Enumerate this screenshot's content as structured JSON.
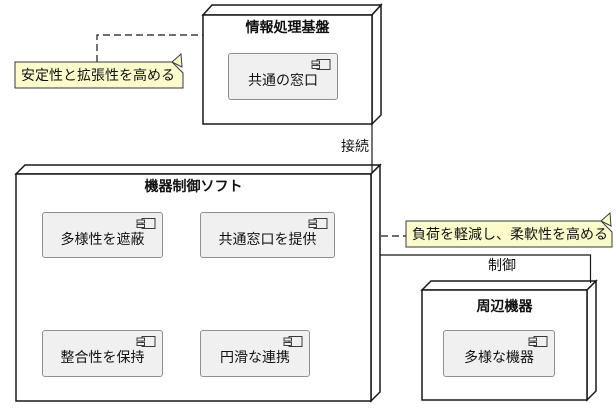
{
  "diagram": {
    "nodes": [
      {
        "title": "情報処理基盤",
        "components": [
          {
            "label": "共通の窓口"
          }
        ]
      },
      {
        "title": "機器制御ソフト",
        "components": [
          {
            "label": "多様性を遮蔽"
          },
          {
            "label": "共通窓口を提供"
          },
          {
            "label": "整合性を保持"
          },
          {
            "label": "円滑な連携"
          }
        ]
      },
      {
        "title": "周辺機器",
        "components": [
          {
            "label": "多様な機器"
          }
        ]
      }
    ],
    "edges": [
      {
        "label": "接続"
      },
      {
        "label": "制御"
      }
    ],
    "notes": [
      {
        "text": "安定性と拡張性を高める"
      },
      {
        "text": "負荷を軽減し、柔軟性を高める"
      }
    ],
    "colors": {
      "node_fill": "#FFFFFF",
      "node_border": "#181818",
      "component_fill": "#F0F0F0",
      "component_border": "#8F8F8F",
      "note_fill": "#FBFBCC",
      "text": "#111111"
    }
  }
}
